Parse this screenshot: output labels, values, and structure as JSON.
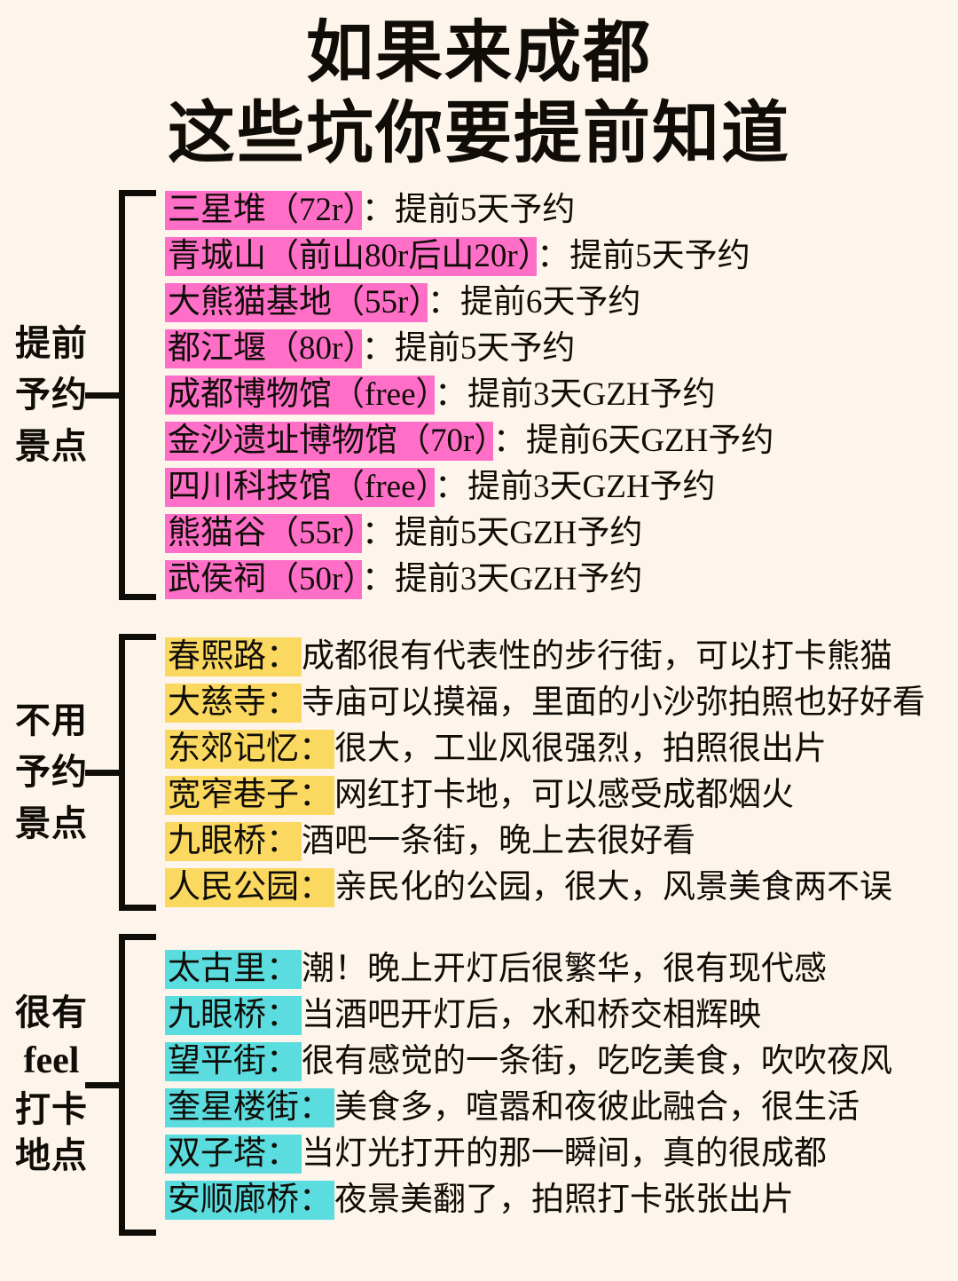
{
  "colors": {
    "background": "#FDF5EB",
    "text": "#100D08",
    "pink_highlight": "#FF6EC7",
    "yellow_highlight": "#FBD961",
    "cyan_highlight": "#5BDCDF"
  },
  "title": {
    "line1": "如果来成都",
    "line2": "这些坑你要提前知道"
  },
  "sections": [
    {
      "id": "reserve",
      "label_lines": [
        "提前",
        "予约",
        "景点"
      ],
      "highlight_color": "#FF6EC7",
      "rows": [
        {
          "highlight": "三星堆（72r）",
          "rest": "：提前5天予约"
        },
        {
          "highlight": "青城山（前山80r后山20r）",
          "rest": "：提前5天予约"
        },
        {
          "highlight": "大熊猫基地（55r）",
          "rest": "：提前6天予约"
        },
        {
          "highlight": "都江堰（80r）",
          "rest": "：提前5天予约"
        },
        {
          "highlight": "成都博物馆（free）",
          "rest": "：提前3天GZH予约"
        },
        {
          "highlight": "金沙遗址博物馆（70r）",
          "rest": "：提前6天GZH予约"
        },
        {
          "highlight": "四川科技馆（free）",
          "rest": "：提前3天GZH予约"
        },
        {
          "highlight": "熊猫谷（55r）",
          "rest": "：提前5天GZH予约"
        },
        {
          "highlight": "武侯祠（50r）",
          "rest": "：提前3天GZH予约"
        }
      ]
    },
    {
      "id": "noreserve",
      "label_lines": [
        "不用",
        "予约",
        "景点"
      ],
      "highlight_color": "#FBD961",
      "rows": [
        {
          "highlight": "春熙路：",
          "rest": "成都很有代表性的步行街，可以打卡熊猫"
        },
        {
          "highlight": "大慈寺：",
          "rest": "寺庙可以摸福，里面的小沙弥拍照也好好看"
        },
        {
          "highlight": "东郊记忆：",
          "rest": "很大，工业风很强烈，拍照很出片"
        },
        {
          "highlight": "宽窄巷子：",
          "rest": "网红打卡地，可以感受成都烟火"
        },
        {
          "highlight": "九眼桥：",
          "rest": "酒吧一条街，晚上去很好看"
        },
        {
          "highlight": "人民公园：",
          "rest": "亲民化的公园，很大，风景美食两不误"
        }
      ]
    },
    {
      "id": "feel",
      "label_lines": [
        "很有",
        "feel",
        "打卡",
        "地点"
      ],
      "highlight_color": "#5BDCDF",
      "rows": [
        {
          "highlight": "太古里：",
          "rest": "潮！晚上开灯后很繁华，很有现代感"
        },
        {
          "highlight": "九眼桥：",
          "rest": "当酒吧开灯后，水和桥交相辉映"
        },
        {
          "highlight": "望平街：",
          "rest": "很有感觉的一条街，吃吃美食，吹吹夜风"
        },
        {
          "highlight": "奎星楼街：",
          "rest": "美食多，喧嚣和夜彼此融合，很生活"
        },
        {
          "highlight": "双子塔：",
          "rest": "当灯光打开的那一瞬间，真的很成都"
        },
        {
          "highlight": "安顺廊桥：",
          "rest": "夜景美翻了，拍照打卡张张出片"
        }
      ]
    }
  ]
}
